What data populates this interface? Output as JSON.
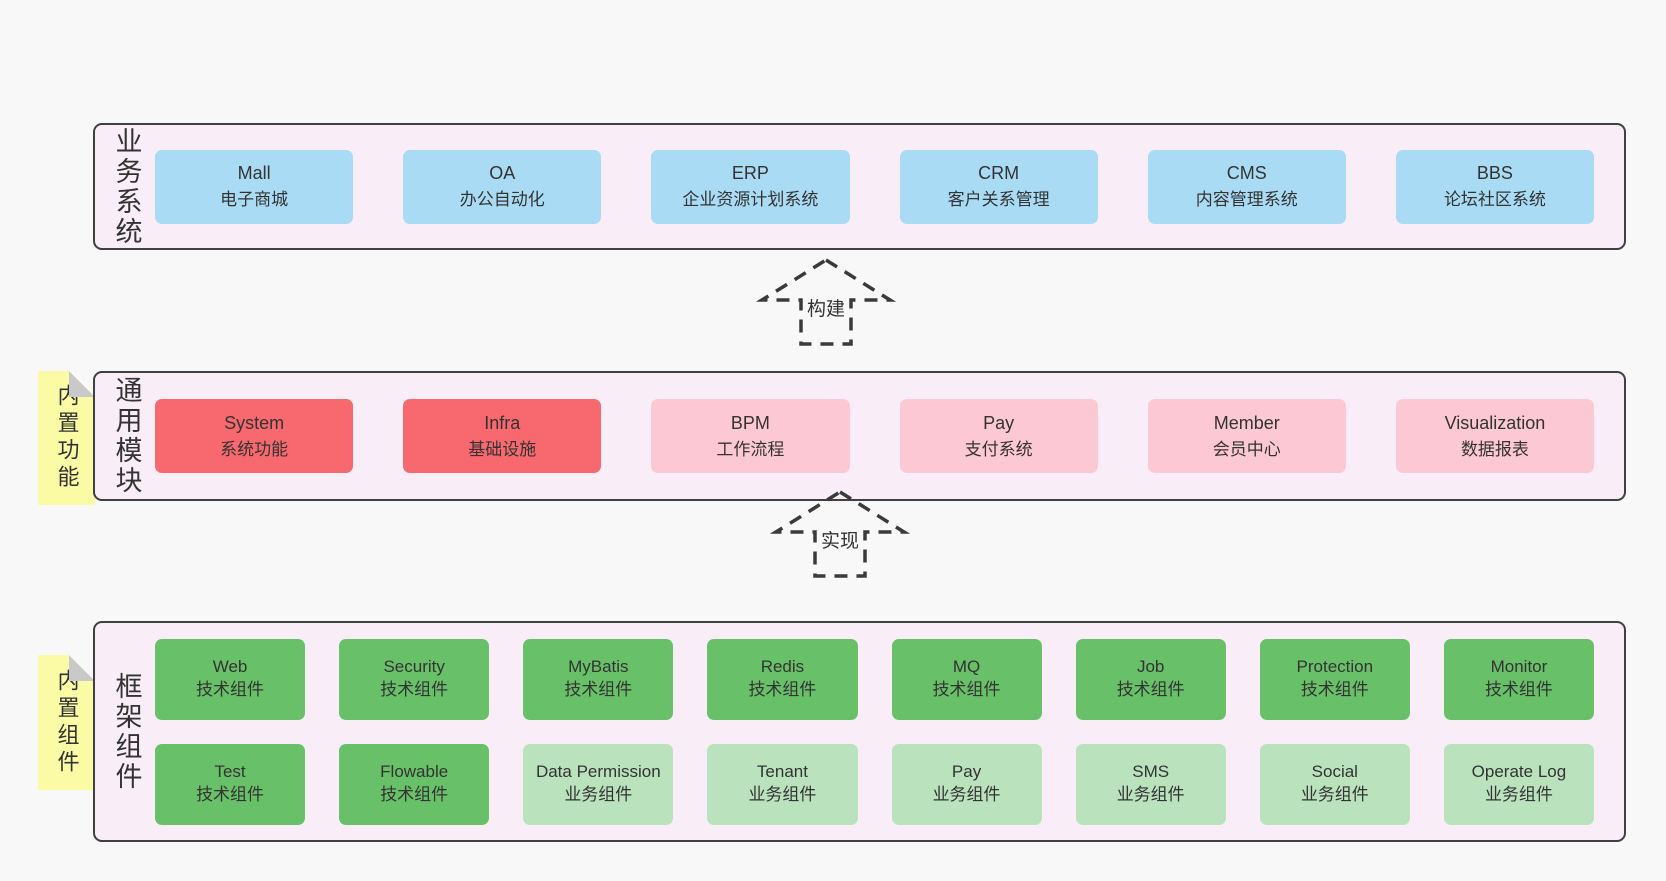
{
  "colors": {
    "page_bg": "#f8f8f8",
    "band_bg": "#f9eef7",
    "band_border": "#404040",
    "business_box": "#a9dbf5",
    "core_module_box": "#f7696e",
    "optional_module_box": "#fcc8d3",
    "tech_component_box": "#68c168",
    "biz_component_box": "#b9e2bd",
    "sticky_tab": "#fbfba5",
    "sticky_fold": "#c9c9c9",
    "text": "#333333"
  },
  "business_systems": {
    "label": "业务系统",
    "items": [
      {
        "name": "Mall",
        "desc": "电子商城",
        "variant": "blue"
      },
      {
        "name": "OA",
        "desc": "办公自动化",
        "variant": "blue"
      },
      {
        "name": "ERP",
        "desc": "企业资源计划系统",
        "variant": "blue"
      },
      {
        "name": "CRM",
        "desc": "客户关系管理",
        "variant": "blue"
      },
      {
        "name": "CMS",
        "desc": "内容管理系统",
        "variant": "blue"
      },
      {
        "name": "BBS",
        "desc": "论坛社区系统",
        "variant": "blue"
      }
    ]
  },
  "arrows": [
    {
      "label": "构建"
    },
    {
      "label": "实现"
    }
  ],
  "common_modules": {
    "tab": "内置功能",
    "label": "通用模块",
    "items": [
      {
        "name": "System",
        "desc": "系统功能",
        "variant": "red"
      },
      {
        "name": "Infra",
        "desc": "基础设施",
        "variant": "red"
      },
      {
        "name": "BPM",
        "desc": "工作流程",
        "variant": "pink"
      },
      {
        "name": "Pay",
        "desc": "支付系统",
        "variant": "pink"
      },
      {
        "name": "Member",
        "desc": "会员中心",
        "variant": "pink"
      },
      {
        "name": "Visualization",
        "desc": "数据报表",
        "variant": "pink"
      }
    ]
  },
  "framework_components": {
    "tab": "内置组件",
    "label": "框架组件",
    "row1": [
      {
        "name": "Web",
        "desc": "技术组件",
        "variant": "green-dark"
      },
      {
        "name": "Security",
        "desc": "技术组件",
        "variant": "green-dark"
      },
      {
        "name": "MyBatis",
        "desc": "技术组件",
        "variant": "green-dark"
      },
      {
        "name": "Redis",
        "desc": "技术组件",
        "variant": "green-dark"
      },
      {
        "name": "MQ",
        "desc": "技术组件",
        "variant": "green-dark"
      },
      {
        "name": "Job",
        "desc": "技术组件",
        "variant": "green-dark"
      },
      {
        "name": "Protection",
        "desc": "技术组件",
        "variant": "green-dark"
      },
      {
        "name": "Monitor",
        "desc": "技术组件",
        "variant": "green-dark"
      }
    ],
    "row2": [
      {
        "name": "Test",
        "desc": "技术组件",
        "variant": "green-dark"
      },
      {
        "name": "Flowable",
        "desc": "技术组件",
        "variant": "green-dark"
      },
      {
        "name": "Data Permission",
        "desc": "业务组件",
        "variant": "green-light"
      },
      {
        "name": "Tenant",
        "desc": "业务组件",
        "variant": "green-light"
      },
      {
        "name": "Pay",
        "desc": "业务组件",
        "variant": "green-light"
      },
      {
        "name": "SMS",
        "desc": "业务组件",
        "variant": "green-light"
      },
      {
        "name": "Social",
        "desc": "业务组件",
        "variant": "green-light"
      },
      {
        "name": "Operate Log",
        "desc": "业务组件",
        "variant": "green-light"
      }
    ]
  }
}
